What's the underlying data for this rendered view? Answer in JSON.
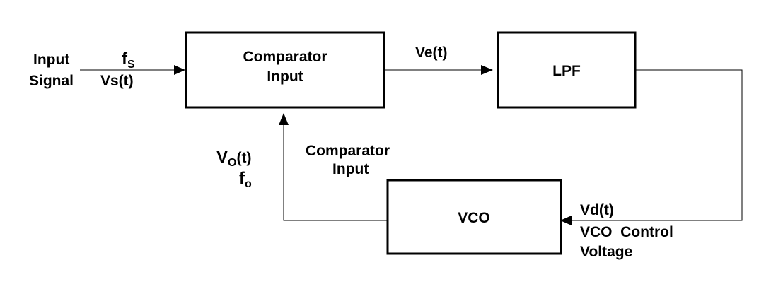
{
  "blocks": {
    "comparator": {
      "line1": "Comparator",
      "line2": "Input"
    },
    "lpf": "LPF",
    "vco": "VCO"
  },
  "labels": {
    "input_line1": "Input",
    "input_line2": "Signal",
    "fs_main": "f",
    "fs_sub": "S",
    "vs": "Vs(t)",
    "ve": "Ve(t)",
    "vo_main": "V",
    "vo_sub": "O",
    "vo_tail": "(t)",
    "fo_main": "f",
    "fo_sub": "o",
    "comparator_input_line1": "Comparator",
    "comparator_input_line2": "Input",
    "vd": "Vd(t)",
    "vco_control_line1": "VCO  Control",
    "vco_control_line2": "Voltage"
  }
}
